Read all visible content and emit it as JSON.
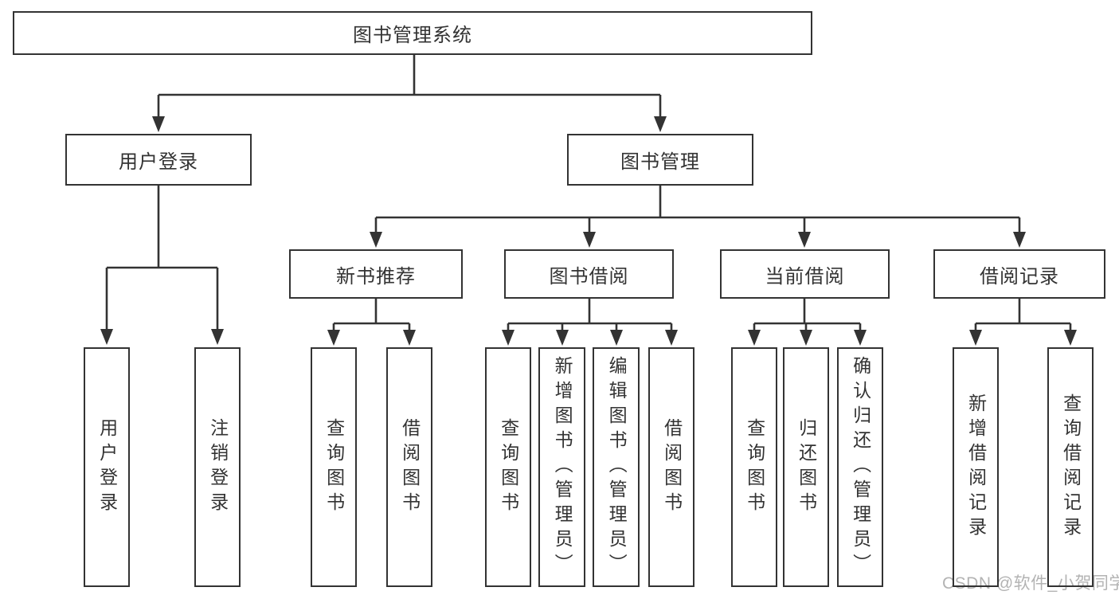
{
  "diagram": {
    "watermark": "CSDN @软件_小贺同学",
    "colors": {
      "line": "#333333",
      "text": "#333333",
      "watermark": "#b3b3b3",
      "background": "#ffffff"
    },
    "tree": {
      "label": "图书管理系统",
      "children": [
        {
          "label": "用户登录",
          "children": [
            {
              "label": "用户登录"
            },
            {
              "label": "注销登录"
            }
          ]
        },
        {
          "label": "图书管理",
          "children": [
            {
              "label": "新书推荐",
              "children": [
                {
                  "label": "查询图书"
                },
                {
                  "label": "借阅图书"
                }
              ]
            },
            {
              "label": "图书借阅",
              "children": [
                {
                  "label": "查询图书"
                },
                {
                  "label": "新增图书（管理员）"
                },
                {
                  "label": "编辑图书（管理员）"
                },
                {
                  "label": "借阅图书"
                }
              ]
            },
            {
              "label": "当前借阅",
              "children": [
                {
                  "label": "查询图书"
                },
                {
                  "label": "归还图书"
                },
                {
                  "label": "确认归还（管理员）"
                }
              ]
            },
            {
              "label": "借阅记录",
              "children": [
                {
                  "label": "新增借阅记录"
                },
                {
                  "label": "查询借阅记录"
                }
              ]
            }
          ]
        }
      ]
    }
  }
}
